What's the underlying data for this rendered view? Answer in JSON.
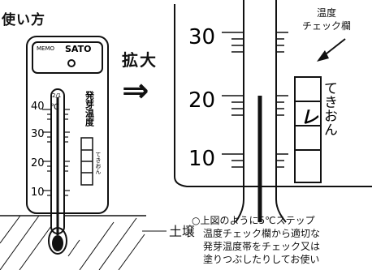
{
  "title": "使い方",
  "thermo_small": {
    "memo": "MEMO",
    "brand": "SATO",
    "date_mark": "2/1",
    "unit": "℃",
    "vertical_label": "発芽温度",
    "check_label": "てきおん",
    "ticks": [
      "40",
      "30",
      "20",
      "10"
    ]
  },
  "enlarge_label": "拡大",
  "arrow_symbol": "⇒",
  "thermo_large": {
    "ticks": [
      "30",
      "20",
      "10"
    ],
    "check_mark": "レ",
    "check_label": "てきおん"
  },
  "callout": {
    "line1": "温度",
    "line2": "チェック欄"
  },
  "soil_label": "土壌",
  "note_lines": [
    "○上図のように5℃ステップ",
    "温度チェック欄から適切な",
    "発芽温度帯をチェック又は",
    "塗りつぶしたりしてお使い"
  ]
}
